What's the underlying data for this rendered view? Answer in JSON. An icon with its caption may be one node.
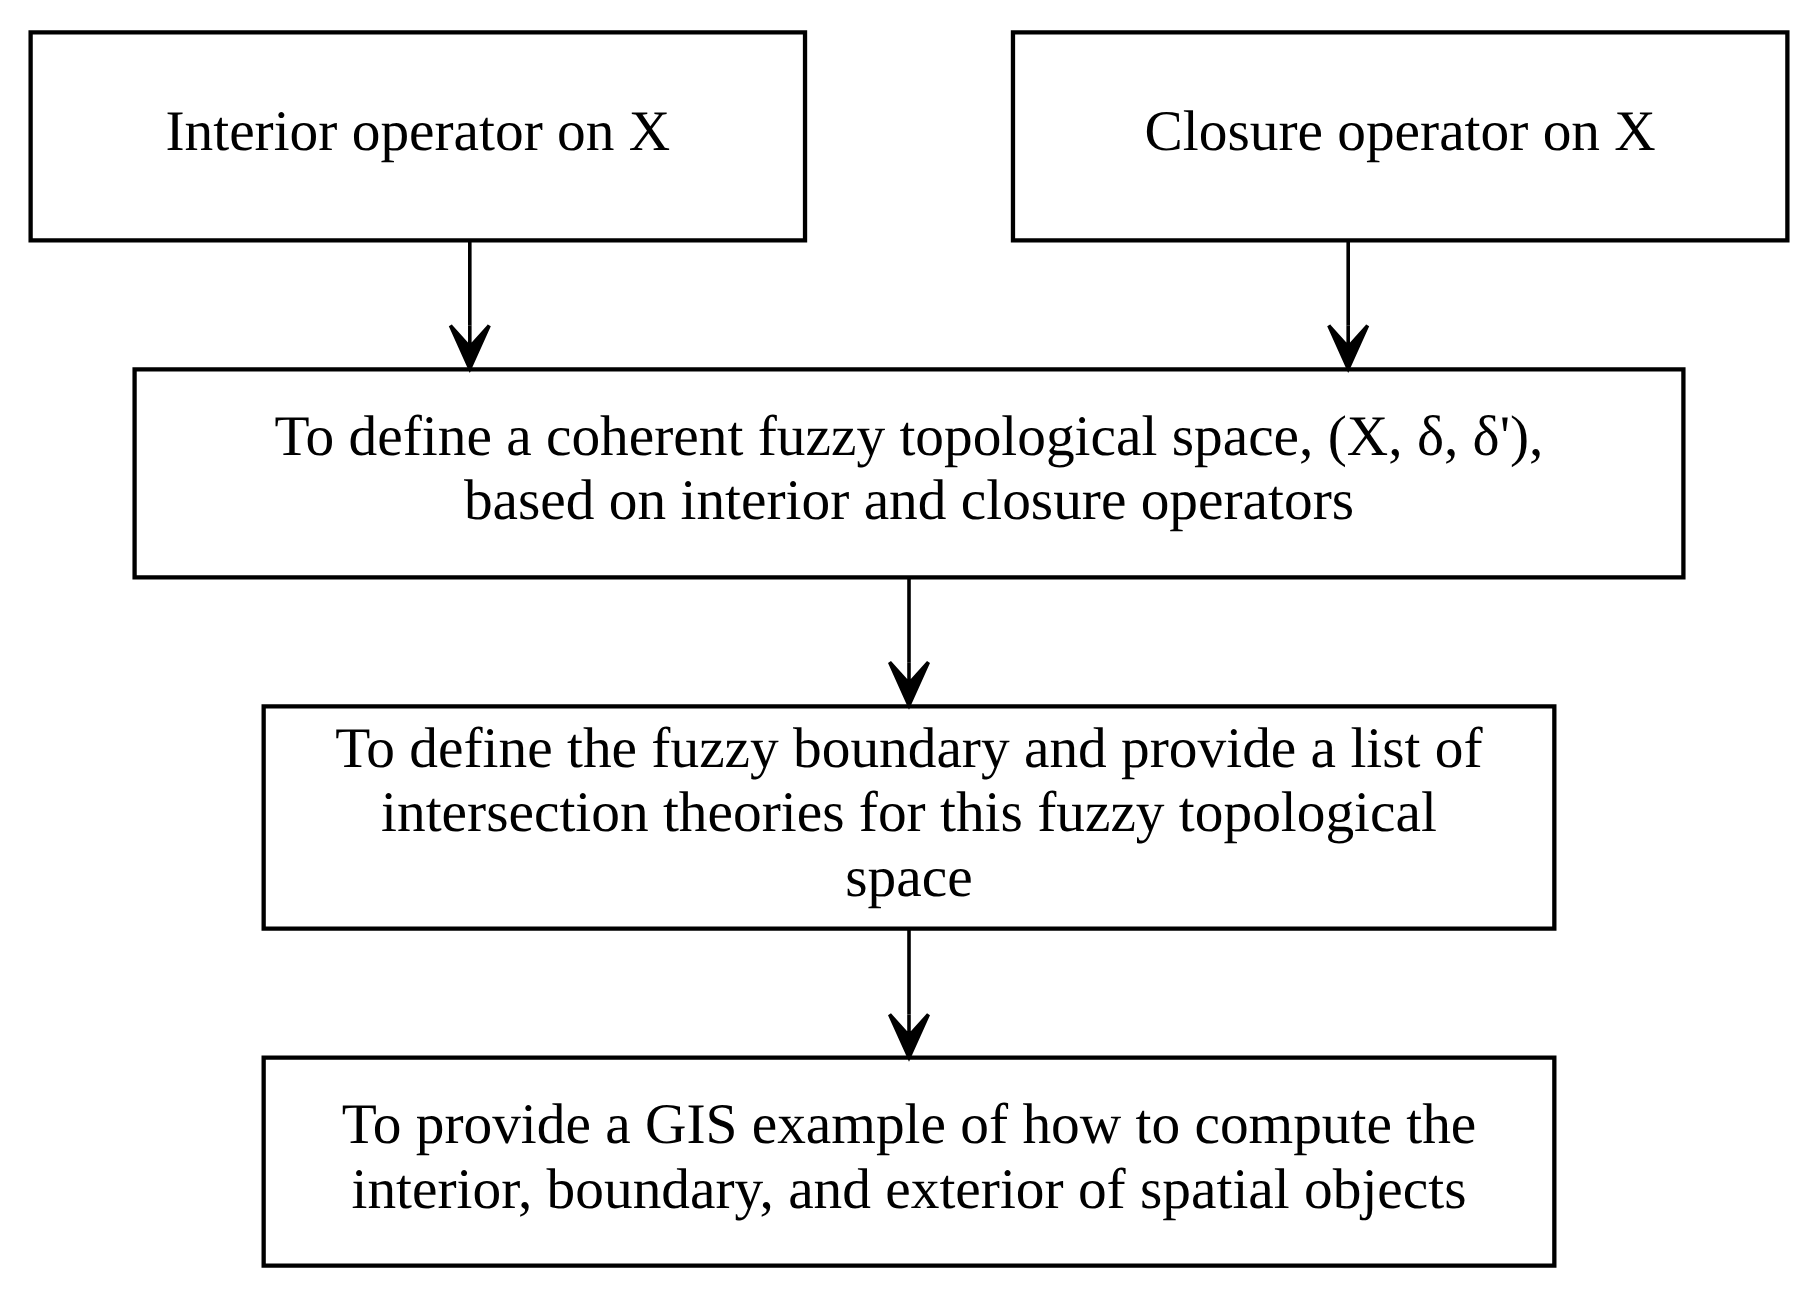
{
  "diagram": {
    "nodes": [
      {
        "text": [
          "Interior operator on X"
        ]
      },
      {
        "text": [
          "Closure operator on X"
        ]
      },
      {
        "text": [
          "To define a coherent fuzzy topological space, (X, δ, δ'), based on interior and closure operators"
        ]
      },
      {
        "text": [
          "To define the fuzzy boundary and provide a list of intersection theories for this fuzzy topological space"
        ]
      },
      {
        "text": [
          "To provide a GIS example of how to compute the interior, boundary, and exterior of spatial objects"
        ]
      }
    ],
    "edges": [
      {
        "from": 0,
        "to": 2,
        "arrow": "to"
      },
      {
        "from": 1,
        "to": 2,
        "arrow": "to"
      },
      {
        "from": 2,
        "to": 3,
        "arrow": "to"
      },
      {
        "from": 3,
        "to": 4,
        "arrow": "to"
      }
    ]
  }
}
